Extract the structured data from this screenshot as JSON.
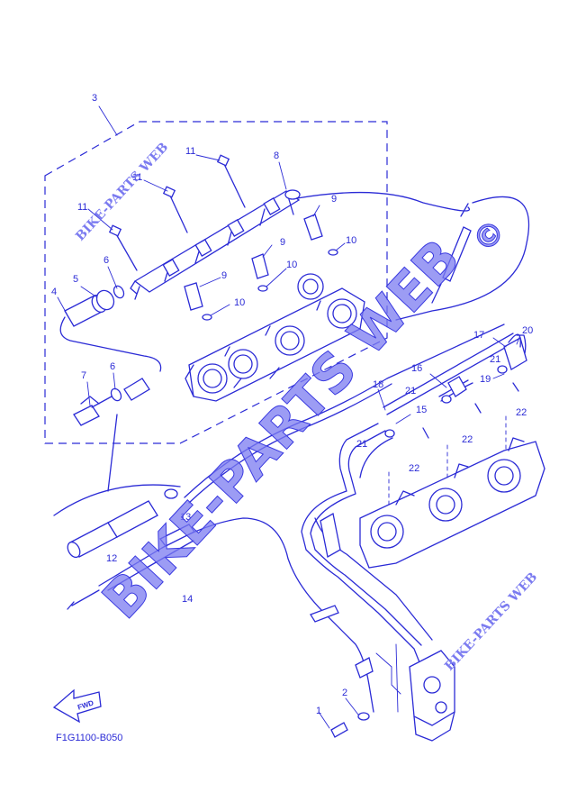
{
  "diagram_code": "F1G1100-B050",
  "fwd_label": "FWD",
  "watermark_main": "BIKE-PARTS WEB",
  "watermark_small": "BIKE-PARTS WEB",
  "watermark_copyright": "©",
  "callouts": [
    {
      "id": "c1",
      "label": "1"
    },
    {
      "id": "c2",
      "label": "2"
    },
    {
      "id": "c3",
      "label": "3"
    },
    {
      "id": "c4",
      "label": "4"
    },
    {
      "id": "c5",
      "label": "5"
    },
    {
      "id": "c6a",
      "label": "6"
    },
    {
      "id": "c6b",
      "label": "6"
    },
    {
      "id": "c7",
      "label": "7"
    },
    {
      "id": "c8",
      "label": "8"
    },
    {
      "id": "c9a",
      "label": "9"
    },
    {
      "id": "c9b",
      "label": "9"
    },
    {
      "id": "c9c",
      "label": "9"
    },
    {
      "id": "c10a",
      "label": "10"
    },
    {
      "id": "c10b",
      "label": "10"
    },
    {
      "id": "c10c",
      "label": "10"
    },
    {
      "id": "c11a",
      "label": "11"
    },
    {
      "id": "c11b",
      "label": "11"
    },
    {
      "id": "c11c",
      "label": "11"
    },
    {
      "id": "c12",
      "label": "12"
    },
    {
      "id": "c13",
      "label": "13"
    },
    {
      "id": "c14",
      "label": "14"
    },
    {
      "id": "c15",
      "label": "15"
    },
    {
      "id": "c16",
      "label": "16"
    },
    {
      "id": "c17",
      "label": "17"
    },
    {
      "id": "c18",
      "label": "18"
    },
    {
      "id": "c19",
      "label": "19"
    },
    {
      "id": "c20",
      "label": "20"
    },
    {
      "id": "c21a",
      "label": "21"
    },
    {
      "id": "c21b",
      "label": "21"
    },
    {
      "id": "c21c",
      "label": "21"
    },
    {
      "id": "c22a",
      "label": "22"
    },
    {
      "id": "c22b",
      "label": "22"
    },
    {
      "id": "c22c",
      "label": "22"
    }
  ],
  "colors": {
    "line": "#2b2bd6",
    "watermark": "#7b7bf0"
  }
}
